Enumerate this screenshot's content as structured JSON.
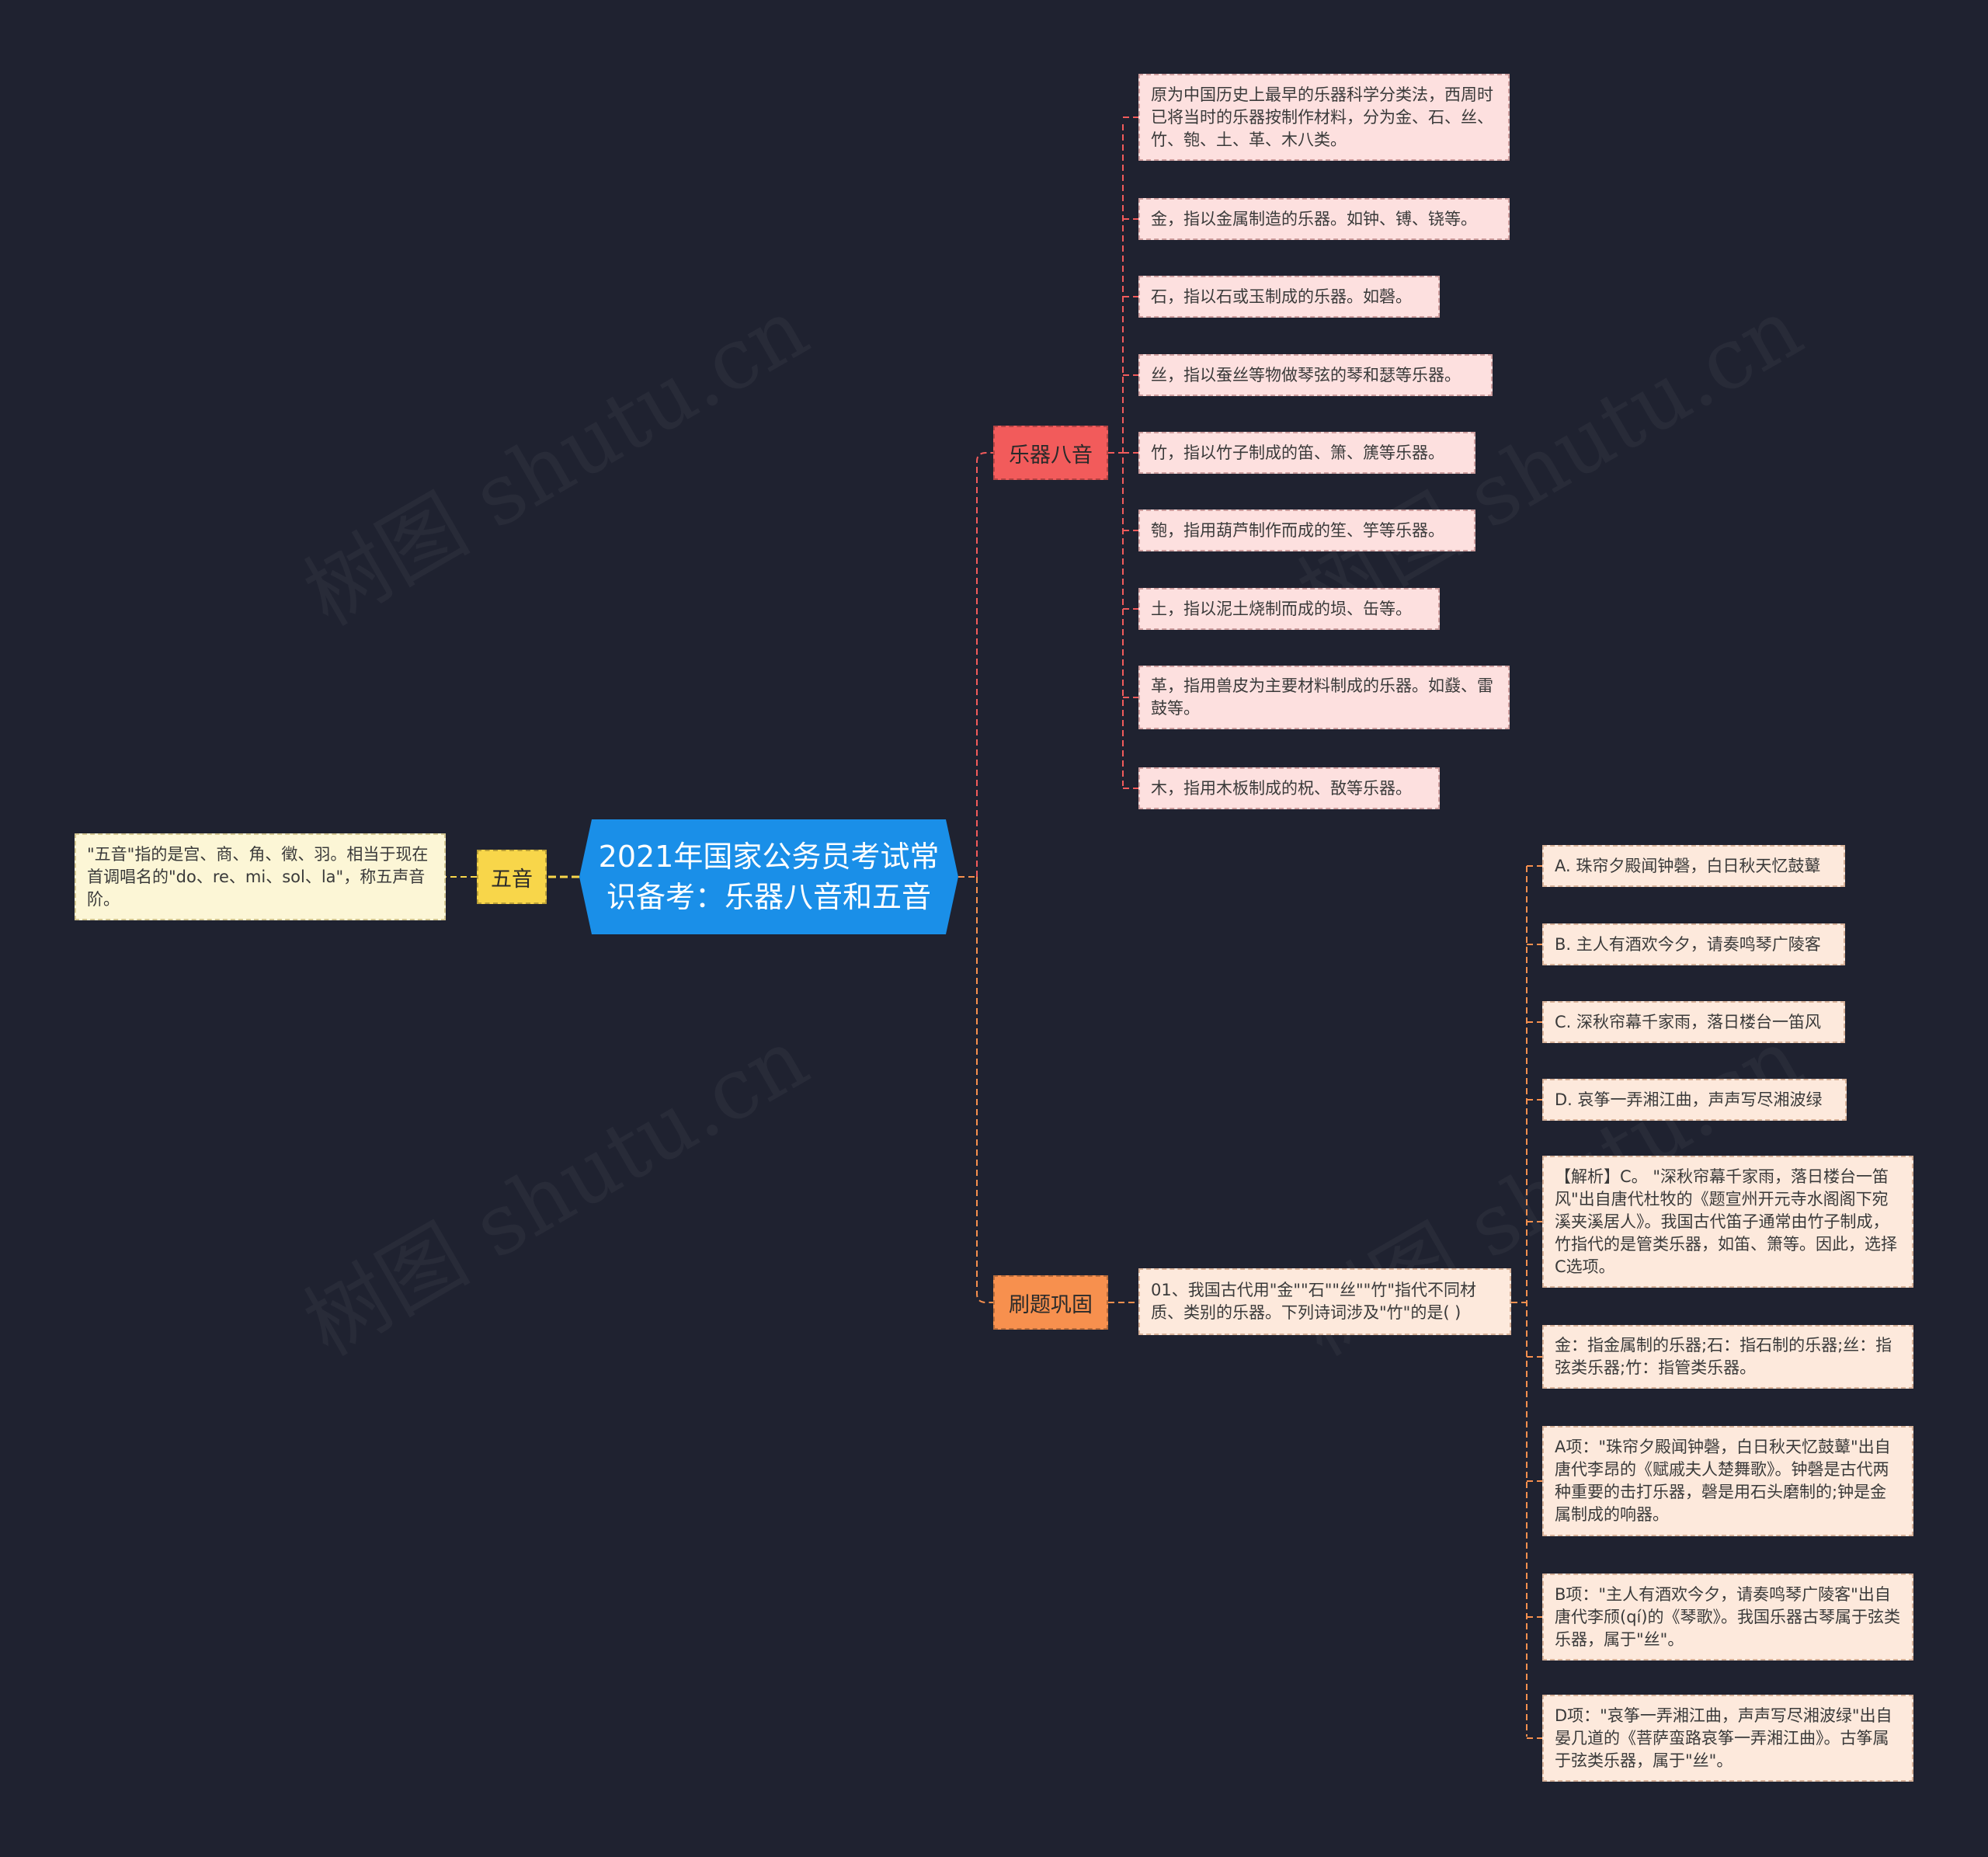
{
  "watermark": "树图 shutu.cn",
  "root": {
    "title": "2021年国家公务员考试常识备考：乐器八音和五音"
  },
  "branches": {
    "bayin": {
      "label": "乐器八音",
      "items": [
        "原为中国历史上最早的乐器科学分类法，西周时已将当时的乐器按制作材料，分为金、石、丝、竹、匏、土、革、木八类。",
        "金，指以金属制造的乐器。如钟、镈、铙等。",
        "石，指以石或玉制成的乐器。如磬。",
        "丝，指以蚕丝等物做琴弦的琴和瑟等乐器。",
        "竹，指以竹子制成的笛、箫、篪等乐器。",
        "匏，指用葫芦制作而成的笙、竽等乐器。",
        "土，指以泥土烧制而成的埙、缶等。",
        "革，指用兽皮为主要材料制成的乐器。如鼗、雷鼓等。",
        "木，指用木板制成的柷、敔等乐器。"
      ]
    },
    "shuati": {
      "label": "刷题巩固",
      "question": "01、我国古代用\"金\"\"石\"\"丝\"\"竹\"指代不同材质、类别的乐器。下列诗词涉及\"竹\"的是( )",
      "answers": [
        "A. 珠帘夕殿闻钟磬，白日秋天忆鼓鼙",
        "B. 主人有酒欢今夕，请奏鸣琴广陵客",
        "C. 深秋帘幕千家雨，落日楼台一笛风",
        "D. 哀筝一弄湘江曲，声声写尽湘波绿",
        "【解析】C。 \"深秋帘幕千家雨，落日楼台一笛风\"出自唐代杜牧的《题宣州开元寺水阁阁下宛溪夹溪居人》。我国古代笛子通常由竹子制成，竹指代的是管类乐器，如笛、箫等。因此，选择C选项。",
        "金：指金属制的乐器;石：指石制的乐器;丝：指弦类乐器;竹：指管类乐器。",
        "A项：\"珠帘夕殿闻钟磬，白日秋天忆鼓鼙\"出自唐代李昂的《赋戚夫人楚舞歌》。钟磬是古代两种重要的击打乐器，磬是用石头磨制的;钟是金属制成的响器。",
        "B项：\"主人有酒欢今夕，请奏鸣琴广陵客\"出自唐代李颀(qí)的《琴歌》。我国乐器古琴属于弦类乐器，属于\"丝\"。",
        "D项：\"哀筝一弄湘江曲，声声写尽湘波绿\"出自晏几道的《菩萨蛮路哀筝一弄湘江曲》。古筝属于弦类乐器，属于\"丝\"。"
      ]
    },
    "wuyin": {
      "label": "五音",
      "desc": "\"五音\"指的是宫、商、角、徵、羽。相当于现在首调唱名的\"do、re、mi、sol、la\"，称五声音阶。"
    }
  },
  "colors": {
    "background": "#1f2230",
    "root": "#1a8fe8",
    "bayin": "#f25b5b",
    "shuati": "#f7904e",
    "wuyin": "#f8d64a",
    "bayin_leaf": "#fde0df",
    "shuati_leaf": "#fde9dc",
    "wuyin_leaf": "#fcf6d6"
  }
}
